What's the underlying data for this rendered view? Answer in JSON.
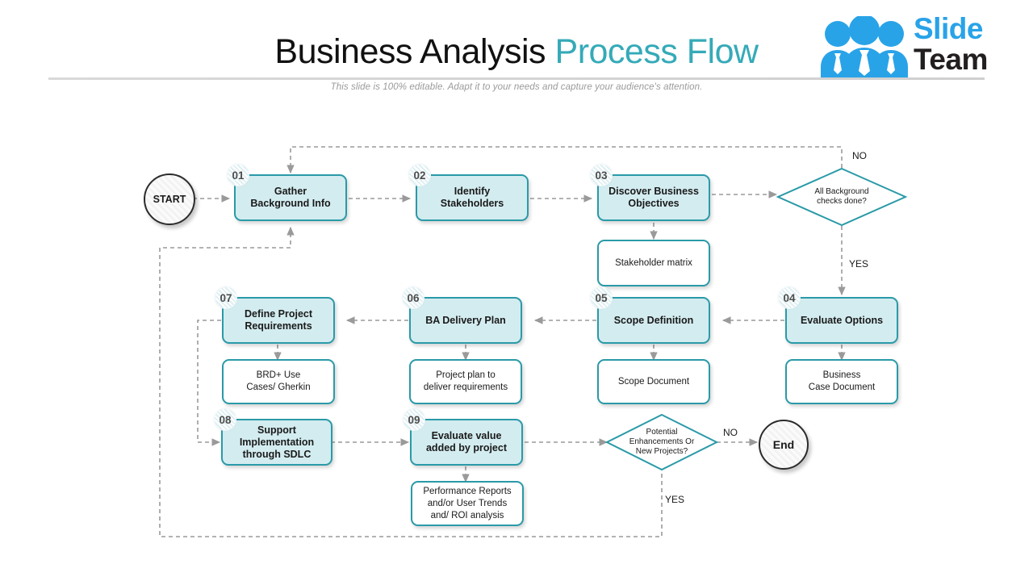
{
  "header": {
    "title_main": "Business Analysis",
    "title_accent": "Process Flow",
    "subtitle": "This slide is 100% editable. Adapt it to your needs and capture your audience's attention."
  },
  "logo": {
    "word_one": "Slide",
    "word_two": "Team",
    "mark": "three-people-icon",
    "brand_blue": "#29a3e8",
    "brand_dark": "#231f20"
  },
  "colors": {
    "node_border": "#2a9aa8",
    "node_fill_primary": "#d3ecf0",
    "node_fill_doc": "#ffffff",
    "connector": "#9a9a9a",
    "title_accent": "#35aab8"
  },
  "diagram": {
    "terminators": [
      {
        "id": "start",
        "label": "START"
      },
      {
        "id": "end",
        "label": "End"
      }
    ],
    "steps": [
      {
        "num": "01",
        "label": "Gather\nBackground Info"
      },
      {
        "num": "02",
        "label": "Identify\nStakeholders"
      },
      {
        "num": "03",
        "label": "Discover Business\nObjectives"
      },
      {
        "num": "04",
        "label": "Evaluate Options"
      },
      {
        "num": "05",
        "label": "Scope Definition"
      },
      {
        "num": "06",
        "label": "BA Delivery Plan"
      },
      {
        "num": "07",
        "label": "Define Project\nRequirements"
      },
      {
        "num": "08",
        "label": "Support\nImplementation\nthrough SDLC"
      },
      {
        "num": "09",
        "label": "Evaluate value\nadded by project"
      }
    ],
    "documents": [
      {
        "id": "stakeholder-matrix",
        "label": "Stakeholder matrix"
      },
      {
        "id": "business-case-document",
        "label": "Business\nCase Document"
      },
      {
        "id": "scope-document",
        "label": "Scope Document"
      },
      {
        "id": "project-plan",
        "label": "Project plan to\ndeliver requirements"
      },
      {
        "id": "brd-use-cases",
        "label": "BRD+ Use\nCases/ Gherkin"
      },
      {
        "id": "performance-reports",
        "label": "Performance Reports\nand/or User Trends\nand/ ROI analysis"
      }
    ],
    "decisions": [
      {
        "id": "background-checks",
        "label": "All Background\nchecks done?"
      },
      {
        "id": "potential-enhancements",
        "label": "Potential\nEnhancements Or\nNew Projects?"
      }
    ],
    "edge_labels": [
      {
        "id": "no-top",
        "text": "NO"
      },
      {
        "id": "yes-right",
        "text": "YES"
      },
      {
        "id": "no-end",
        "text": "NO"
      },
      {
        "id": "yes-bottom",
        "text": "YES"
      }
    ]
  }
}
